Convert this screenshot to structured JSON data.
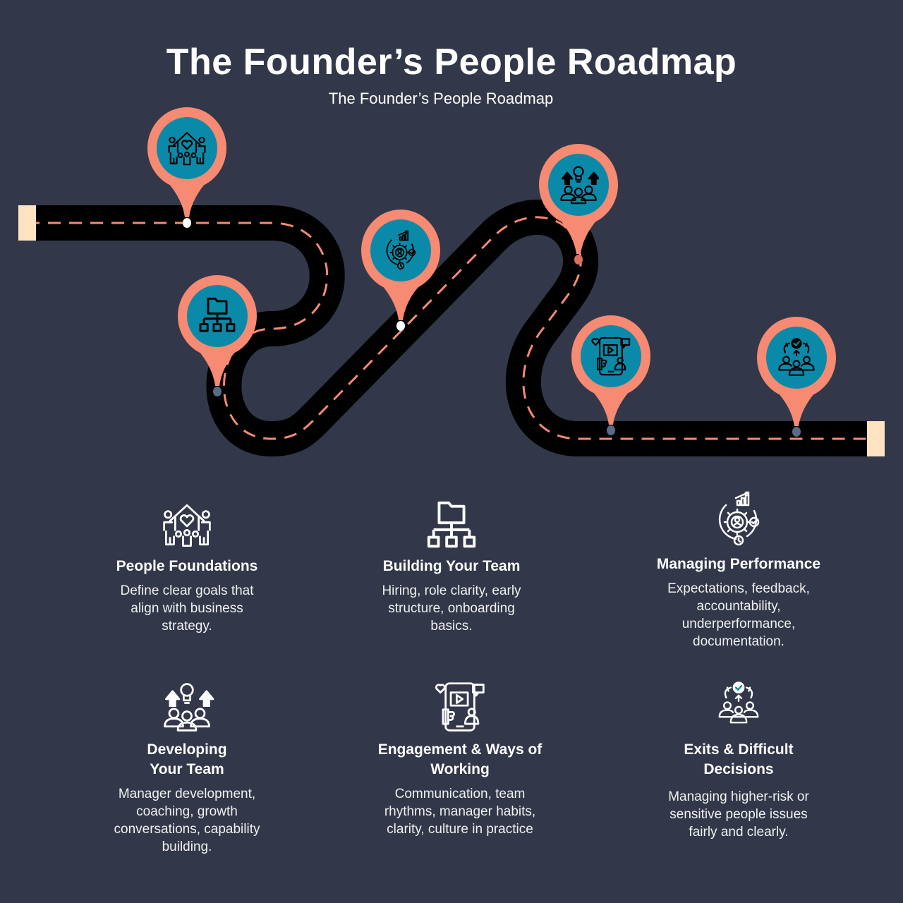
{
  "header": {
    "title": "The Founder’s People Roadmap",
    "subtitle": "The Founder’s People Roadmap"
  },
  "colors": {
    "background": "#323849",
    "road": "#000000",
    "accent": "#f68a72",
    "pin_inner": "#0a8aa8",
    "road_end": "#fde3c0"
  },
  "stages": [
    {
      "icon": "family-home-icon",
      "title": "People Foundations",
      "description": "Define clear goals that align with business strategy."
    },
    {
      "icon": "org-chart-folder-icon",
      "title": "Building Your Team",
      "description": "Hiring, role clarity, early structure, onboarding basics."
    },
    {
      "icon": "gear-performance-icon",
      "title": "Managing Performance",
      "description": "Expectations, feedback, accountability, underperformance, documentation."
    },
    {
      "icon": "team-growth-icon",
      "title": "Developing Your Team",
      "description": "Manager development, coaching, growth conversations, capability building."
    },
    {
      "icon": "engagement-icon",
      "title": "Engagement & Ways of Working",
      "description": "Communication, team rhythms, manager habits, clarity, culture in practice"
    },
    {
      "icon": "exit-decision-icon",
      "title": "Exits & Difficult Decisions",
      "description": "Managing higher-risk or sensitive people issues fairly and clearly."
    }
  ]
}
